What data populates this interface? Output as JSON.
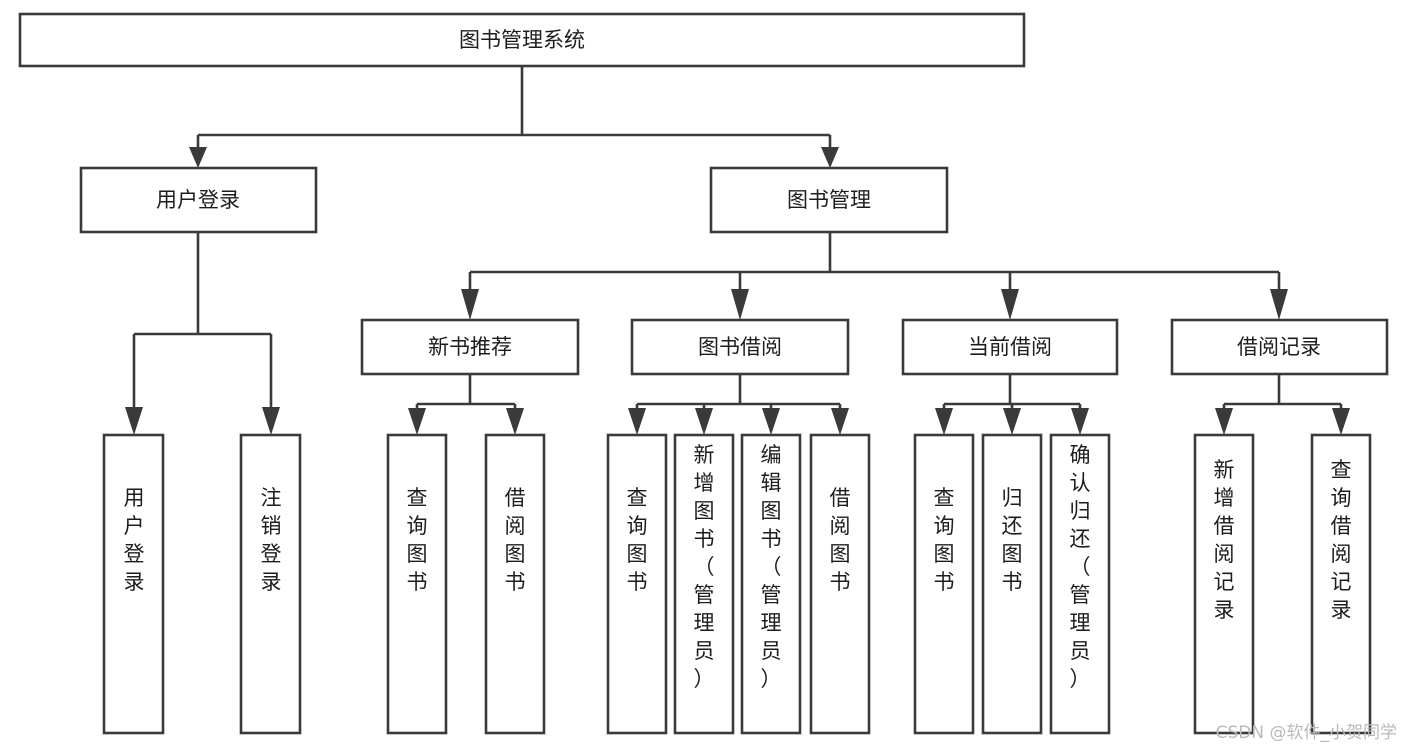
{
  "diagram": {
    "type": "tree-hierarchy",
    "title": "图书管理系统",
    "orientation": "top-down",
    "colors": {
      "box_stroke": "#3a3a3c",
      "box_fill": "#ffffff",
      "connector": "#3a3a3c",
      "text": "#1d1d1f",
      "background": "#ffffff",
      "watermark": "#b9b9bb"
    },
    "levels": [
      {
        "level": 1,
        "nodes": [
          {
            "id": "root",
            "label": "图书管理系统",
            "orientation": "horizontal"
          }
        ]
      },
      {
        "level": 2,
        "nodes": [
          {
            "id": "login",
            "label": "用户登录",
            "orientation": "horizontal",
            "parent": "root"
          },
          {
            "id": "bookmgmt",
            "label": "图书管理",
            "orientation": "horizontal",
            "parent": "root"
          }
        ]
      },
      {
        "level": 3,
        "nodes": [
          {
            "id": "newbook",
            "label": "新书推荐",
            "orientation": "horizontal",
            "parent": "bookmgmt"
          },
          {
            "id": "borrow",
            "label": "图书借阅",
            "orientation": "horizontal",
            "parent": "bookmgmt"
          },
          {
            "id": "current",
            "label": "当前借阅",
            "orientation": "horizontal",
            "parent": "bookmgmt"
          },
          {
            "id": "record",
            "label": "借阅记录",
            "orientation": "horizontal",
            "parent": "bookmgmt"
          }
        ]
      },
      {
        "level": 4,
        "nodes": [
          {
            "id": "leaf1",
            "label": "用户登录",
            "orientation": "vertical",
            "parent": "login"
          },
          {
            "id": "leaf2",
            "label": "注销登录",
            "orientation": "vertical",
            "parent": "login"
          },
          {
            "id": "leaf3",
            "label": "查询图书",
            "orientation": "vertical",
            "parent": "newbook"
          },
          {
            "id": "leaf4",
            "label": "借阅图书",
            "orientation": "vertical",
            "parent": "newbook"
          },
          {
            "id": "leaf5",
            "label": "查询图书",
            "orientation": "vertical",
            "parent": "borrow"
          },
          {
            "id": "leaf6",
            "label": "新增图书（管理员）",
            "orientation": "vertical",
            "parent": "borrow"
          },
          {
            "id": "leaf7",
            "label": "编辑图书（管理员）",
            "orientation": "vertical",
            "parent": "borrow"
          },
          {
            "id": "leaf8",
            "label": "借阅图书",
            "orientation": "vertical",
            "parent": "borrow"
          },
          {
            "id": "leaf9",
            "label": "查询图书",
            "orientation": "vertical",
            "parent": "current"
          },
          {
            "id": "leaf10",
            "label": "归还图书",
            "orientation": "vertical",
            "parent": "current"
          },
          {
            "id": "leaf11",
            "label": "确认归还（管理员）",
            "orientation": "vertical",
            "parent": "current"
          },
          {
            "id": "leaf12",
            "label": "新增借阅记录",
            "orientation": "vertical",
            "parent": "record"
          },
          {
            "id": "leaf13",
            "label": "查询借阅记录",
            "orientation": "vertical",
            "parent": "record"
          }
        ]
      }
    ]
  },
  "watermark": {
    "text": "CSDN @软件_小贺同学"
  }
}
